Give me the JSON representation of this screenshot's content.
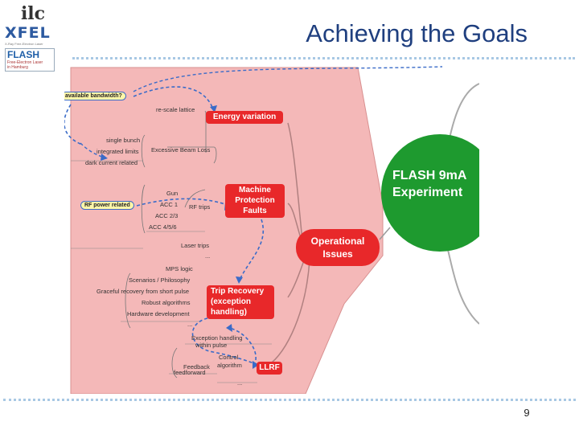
{
  "slide": {
    "title": "Achieving the Goals",
    "page_number": "9"
  },
  "logos": {
    "ilc": "ilc",
    "xfel": "XFEL",
    "xfel_sub": "X-Ray Free-Electron Laser",
    "flash": "FLASH",
    "flash_sub_1": "Free-Electron Laser",
    "flash_sub_2": "in Hamburg"
  },
  "diagram": {
    "center_node": [
      "FLASH 9mA",
      "Experiment"
    ],
    "operational_issues": [
      "Operational",
      "Issues"
    ],
    "energy_variation": "Energy variation",
    "machine_protection": [
      "Machine",
      "Protection",
      "Faults"
    ],
    "trip_recovery": [
      "Trip Recovery",
      "(exception",
      "handling)"
    ],
    "llrf": "LLRF",
    "pills": {
      "bandwidth": "available bandwidth?",
      "rf_power": "RF power related"
    },
    "energy_leaves": {
      "rescale_lattice": "re-scale lattice"
    },
    "beam_loss_leaves": {
      "excessive_beam_loss": "Excessive Beam Loss",
      "single_bunch": "single bunch",
      "integrated_limits": "integrated limits",
      "dark_current": "dark current related"
    },
    "rf_trips_leaves": {
      "rf_trips": "RF trips",
      "gun": "Gun",
      "acc1": "ACC 1",
      "acc23": "ACC 2/3",
      "acc456": "ACC 4/5/6",
      "laser_trips": "Laser trips",
      "more": "..."
    },
    "trip_leaves": {
      "mps_logic": "MPS logic",
      "scenarios": "Scenarios / Philosophy",
      "graceful": "Graceful recovery from short pulse",
      "robust": "Robust algorithms",
      "hardware": "Hardware development",
      "more": "..."
    },
    "llrf_leaves": {
      "exception_1": "Exception handling",
      "exception_2": "within pulse",
      "control_1": "Control",
      "control_2": "algorithm",
      "feedback": "Feedback",
      "feedforward": "feedforward",
      "more": "..."
    }
  },
  "colors": {
    "title": "#1f3f7f",
    "red_node": "#e8282a",
    "green_node": "#1e9a2f",
    "region_fill": "#f4b8b8",
    "dotted_rule": "#a8c8e4",
    "dashed_link": "#3a6bc8"
  }
}
